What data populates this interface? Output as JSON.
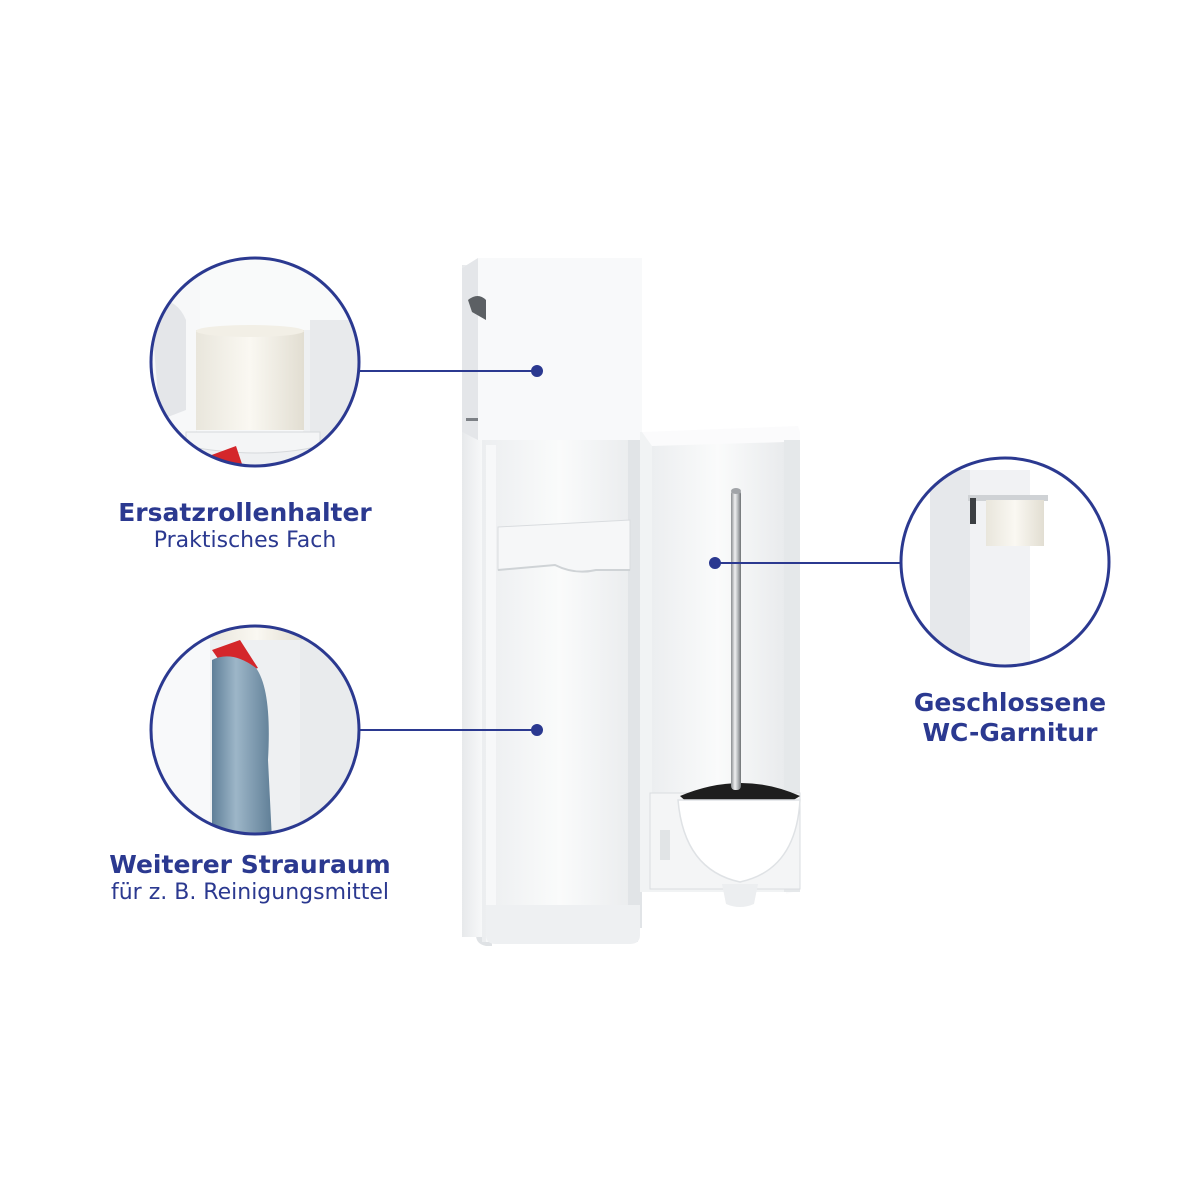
{
  "annotations": [
    {
      "title": "Ersatzrollenhalter",
      "subtitle": "Praktisches Fach"
    },
    {
      "title": "Weiterer Strauraum",
      "subtitle": "für z. B. Reinigungsmittel"
    },
    {
      "title": "Geschlossene",
      "subtitle": "WC-Garnitur"
    }
  ],
  "colors": {
    "accent": "#2b3990",
    "product_white": "#f4f5f6",
    "brush_bristles": "#1e1e1e",
    "bottle_blue": "#7e9bb3",
    "bottle_cap": "#d4262b"
  }
}
